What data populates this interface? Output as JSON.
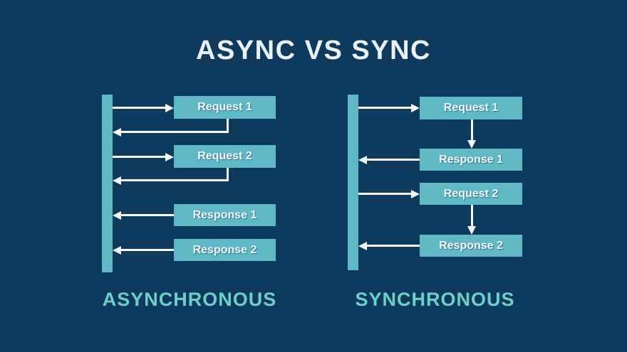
{
  "title": "ASYNC VS SYNC",
  "colors": {
    "background": "#0e3a5d",
    "box_fill": "#60b8c6",
    "box_text": "#f7fbfd",
    "arrow": "#f3f8fa",
    "title_text": "#e9f2f7",
    "caption_text": "#6ecfc8"
  },
  "diagrams": [
    {
      "label": "ASYNCHRONOUS",
      "boxes": [
        {
          "label": "Request 1"
        },
        {
          "label": "Request 2"
        },
        {
          "label": "Response 1"
        },
        {
          "label": "Response 2"
        }
      ],
      "flows": [
        {
          "from": "client-timeline",
          "to": "Request 1",
          "direction": "right"
        },
        {
          "from": "Request 1",
          "to": "client-timeline",
          "direction": "left",
          "shape": "elbow"
        },
        {
          "from": "client-timeline",
          "to": "Request 2",
          "direction": "right"
        },
        {
          "from": "Request 2",
          "to": "client-timeline",
          "direction": "left",
          "shape": "elbow"
        },
        {
          "from": "Response 1",
          "to": "client-timeline",
          "direction": "left"
        },
        {
          "from": "Response 2",
          "to": "client-timeline",
          "direction": "left"
        }
      ]
    },
    {
      "label": "SYNCHRONOUS",
      "boxes": [
        {
          "label": "Request 1"
        },
        {
          "label": "Response 1"
        },
        {
          "label": "Request 2"
        },
        {
          "label": "Response 2"
        }
      ],
      "flows": [
        {
          "from": "client-timeline",
          "to": "Request 1",
          "direction": "right"
        },
        {
          "from": "Request 1",
          "to": "Response 1",
          "direction": "down"
        },
        {
          "from": "Response 1",
          "to": "client-timeline",
          "direction": "left"
        },
        {
          "from": "client-timeline",
          "to": "Request 2",
          "direction": "right"
        },
        {
          "from": "Request 2",
          "to": "Response 2",
          "direction": "down"
        },
        {
          "from": "Response 2",
          "to": "client-timeline",
          "direction": "left"
        }
      ]
    }
  ]
}
